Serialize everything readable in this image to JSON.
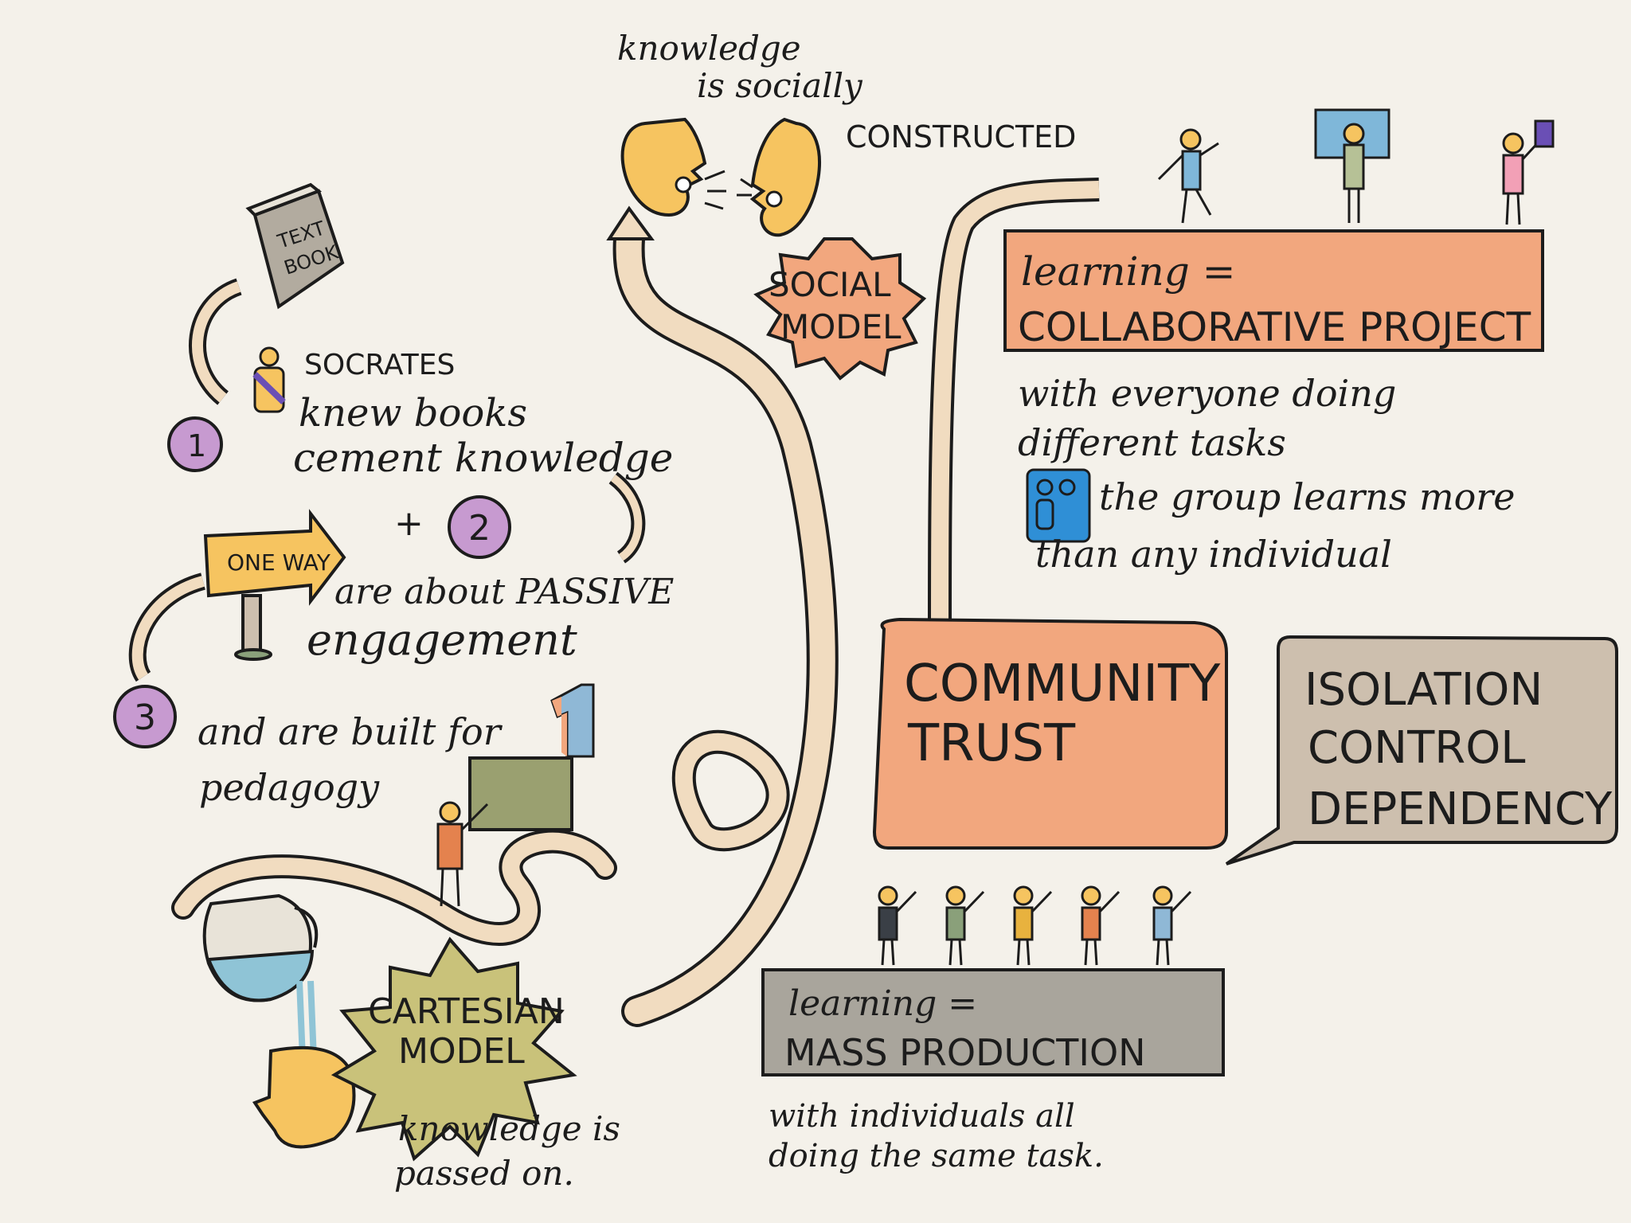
{
  "labels": {
    "knowledge_social": [
      "knowledge",
      "is socially",
      "CONSTRUCTED"
    ],
    "social_model": [
      "SOCIAL",
      "MODEL"
    ],
    "textbook": [
      "TEXT",
      "BOOK"
    ],
    "socrates": "SOCRATES",
    "knew_books": "knew books",
    "cement_knowledge": "cement knowledge",
    "plus": "+",
    "badge1": "1",
    "badge2": "2",
    "badge3": "3",
    "one_way": "ONE WAY",
    "passive": "are about PASSIVE",
    "engagement": "engagement",
    "built_for": "and are built for",
    "pedagogy": "pedagogy",
    "big_one": "1",
    "cartesian_model": [
      "CARTESIAN",
      "MODEL"
    ],
    "passed_on": [
      "knowledge is",
      "passed on."
    ],
    "collab_title": "learning =",
    "collab_sub": "COLLABORATIVE PROJECT",
    "collab_desc": [
      "with everyone doing",
      "different tasks",
      "the group learns more",
      "than any individual"
    ],
    "community": [
      "COMMUNITY",
      "TRUST"
    ],
    "isolation": [
      "ISOLATION",
      "CONTROL",
      "DEPENDENCY"
    ],
    "mass_title": "learning =",
    "mass_sub": "MASS PRODUCTION",
    "mass_desc": [
      "with individuals all",
      "doing the same task."
    ]
  },
  "icons": [
    "textbook-icon",
    "socrates-figure-icon",
    "one-way-sign-icon",
    "teacher-figure-icon",
    "pitcher-icon",
    "head-icon",
    "talking-heads-icon",
    "group-icon",
    "student-figure-icon"
  ],
  "colors": {
    "background": "#f4f1ea",
    "orange_box": "#f2a77e",
    "grey_box": "#a9a59c",
    "tan_box": "#cdbfae",
    "purple_badge": "#c79ad0",
    "olive_star": "#c9c27a",
    "face_yellow": "#f6c460",
    "road": "#f1dcc0",
    "blue_badge": "#2f8fd6"
  }
}
